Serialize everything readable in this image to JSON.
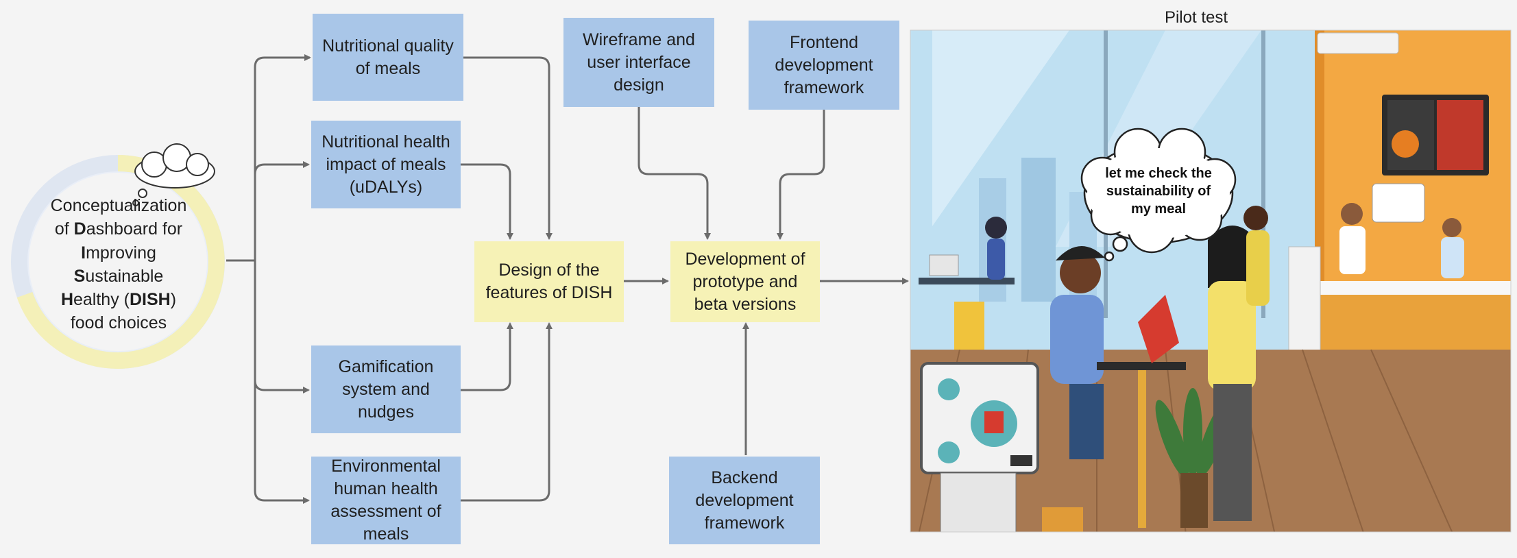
{
  "concept": {
    "segments": [
      {
        "bold": "",
        "rest": "Conceptualization"
      },
      {
        "bold": "",
        "rest": "of "
      },
      {
        "bold": "D",
        "rest": "ashboard for"
      },
      {
        "bold": "I",
        "rest": "mproving"
      },
      {
        "bold": "S",
        "rest": "ustainable"
      },
      {
        "bold": "H",
        "rest": "ealthy ("
      },
      {
        "bold": "",
        "rest": "food choices"
      }
    ],
    "line1": "Conceptualization",
    "line2_pre": "of ",
    "line2_b": "D",
    "line2_post": "ashboard for",
    "line3_b": "I",
    "line3_post": "mproving",
    "line4_b": "S",
    "line4_post": "ustainable",
    "line5_b": "H",
    "line5_mid": "ealthy (",
    "line5_b2": "DISH",
    "line5_post": ")",
    "line6": "food choices"
  },
  "inputs": {
    "nutritional_quality": "Nutritional quality\nof meals",
    "health_impact": "Nutritional health\nimpact of meals\n(uDALYs)",
    "gamification": "Gamification\nsystem and\nnudges",
    "environmental": "Environmental\nhuman health\nassessment of\nmeals"
  },
  "design": "Design of the\nfeatures of DISH",
  "development": "Development of\nprototype and\nbeta versions",
  "wireframe": "Wireframe and\nuser interface\ndesign",
  "frontend": "Frontend\ndevelopment\nframework",
  "backend": "Backend\ndevelopment\nframework",
  "pilot": {
    "title": "Pilot test",
    "speech": "let me check the\nsustainability of\nmy meal"
  },
  "colors": {
    "blue_box": "#a9c6e8",
    "yellow_box": "#f6f2b6",
    "arrow": "#6b6b6b",
    "ring": "#f4f0b8",
    "orange_wall": "#f3a843"
  }
}
